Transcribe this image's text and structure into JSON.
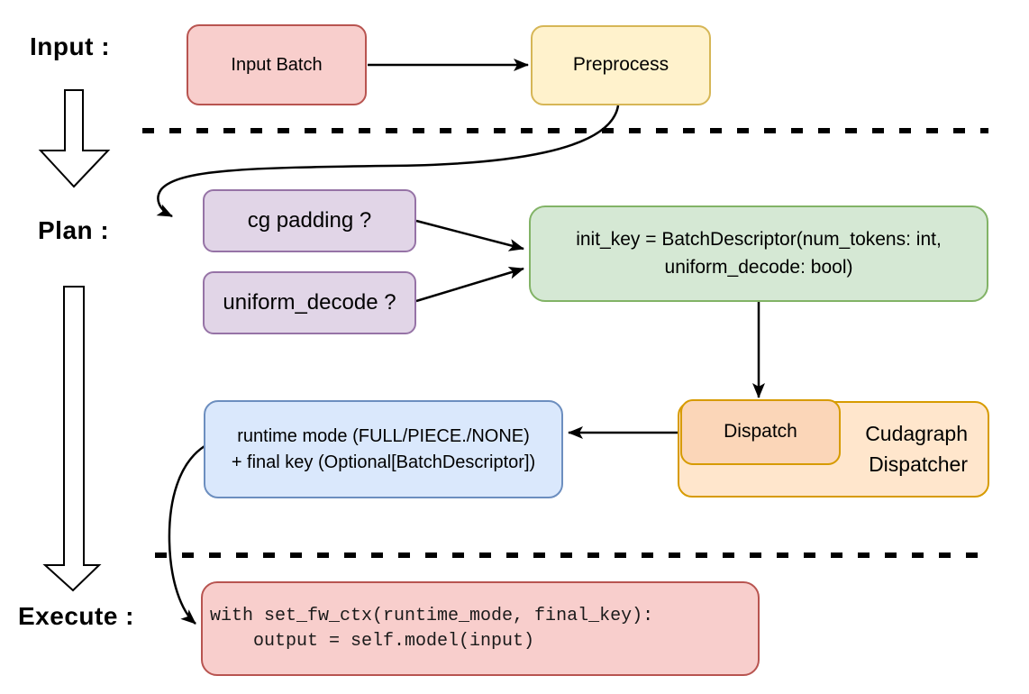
{
  "stage_labels": {
    "input": "Input :",
    "plan": "Plan :",
    "execute": "Execute :"
  },
  "nodes": {
    "input_batch": {
      "label": "Input Batch"
    },
    "preprocess": {
      "label": "Preprocess"
    },
    "cg_padding": {
      "label": "cg padding ?"
    },
    "uniform_decode": {
      "label": "uniform_decode ?"
    },
    "init_key": {
      "line1": "init_key = BatchDescriptor(num_tokens: int,",
      "line2": "uniform_decode: bool)"
    },
    "dispatch": {
      "label": "Dispatch"
    },
    "cudagraph_dispatcher": {
      "line1": "Cudagraph",
      "line2": "Dispatcher"
    },
    "runtime_mode": {
      "line1": "runtime mode (FULL/PIECE./NONE)",
      "line2": "+ final key (Optional[BatchDescriptor])"
    },
    "execute_code": {
      "line1": "with set_fw_ctx(runtime_mode, final_key):",
      "line2": "    output = self.model(input)"
    }
  },
  "colors": {
    "pink_fill": "#f8cecc",
    "pink_border": "#b85450",
    "yellow_fill": "#fff2cc",
    "yellow_border": "#d6b656",
    "purple_fill": "#e1d5e7",
    "purple_border": "#9673a6",
    "green_fill": "#d5e8d4",
    "green_border": "#82b366",
    "blue_fill": "#dae8fc",
    "blue_border": "#6c8ebf",
    "orange_light_fill": "#ffe6cc",
    "orange_dark_fill": "#fbd6b8",
    "orange_border": "#d79b00",
    "line_color": "#000000"
  }
}
